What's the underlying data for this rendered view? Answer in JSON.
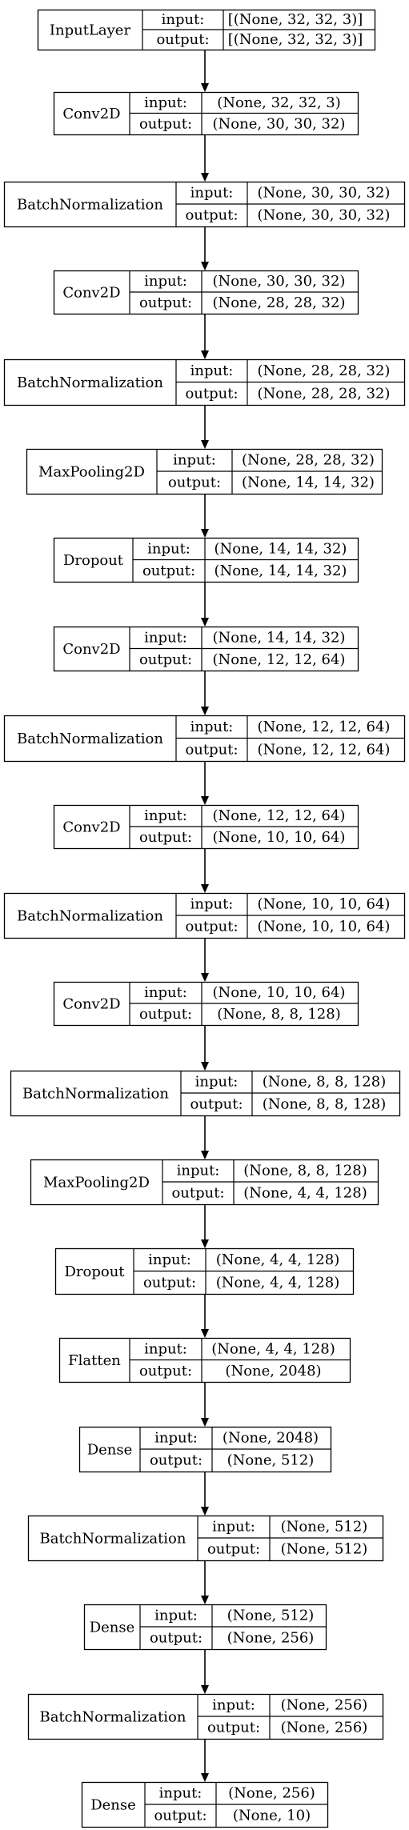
{
  "diagram": {
    "port_labels": {
      "input": "input:",
      "output": "output:"
    },
    "layers": [
      {
        "name": "InputLayer",
        "input": "[(None, 32, 32, 3)]",
        "output": "[(None, 32, 32, 3)]"
      },
      {
        "name": "Conv2D",
        "input": "(None, 32, 32, 3)",
        "output": "(None, 30, 30, 32)"
      },
      {
        "name": "BatchNormalization",
        "input": "(None, 30, 30, 32)",
        "output": "(None, 30, 30, 32)"
      },
      {
        "name": "Conv2D",
        "input": "(None, 30, 30, 32)",
        "output": "(None, 28, 28, 32)"
      },
      {
        "name": "BatchNormalization",
        "input": "(None, 28, 28, 32)",
        "output": "(None, 28, 28, 32)"
      },
      {
        "name": "MaxPooling2D",
        "input": "(None, 28, 28, 32)",
        "output": "(None, 14, 14, 32)"
      },
      {
        "name": "Dropout",
        "input": "(None, 14, 14, 32)",
        "output": "(None, 14, 14, 32)"
      },
      {
        "name": "Conv2D",
        "input": "(None, 14, 14, 32)",
        "output": "(None, 12, 12, 64)"
      },
      {
        "name": "BatchNormalization",
        "input": "(None, 12, 12, 64)",
        "output": "(None, 12, 12, 64)"
      },
      {
        "name": "Conv2D",
        "input": "(None, 12, 12, 64)",
        "output": "(None, 10, 10, 64)"
      },
      {
        "name": "BatchNormalization",
        "input": "(None, 10, 10, 64)",
        "output": "(None, 10, 10, 64)"
      },
      {
        "name": "Conv2D",
        "input": "(None, 10, 10, 64)",
        "output": "(None, 8, 8, 128)"
      },
      {
        "name": "BatchNormalization",
        "input": "(None, 8, 8, 128)",
        "output": "(None, 8, 8, 128)"
      },
      {
        "name": "MaxPooling2D",
        "input": "(None, 8, 8, 128)",
        "output": "(None, 4, 4, 128)"
      },
      {
        "name": "Dropout",
        "input": "(None, 4, 4, 128)",
        "output": "(None, 4, 4, 128)"
      },
      {
        "name": "Flatten",
        "input": "(None, 4, 4, 128)",
        "output": "(None, 2048)"
      },
      {
        "name": "Dense",
        "input": "(None, 2048)",
        "output": "(None, 512)"
      },
      {
        "name": "BatchNormalization",
        "input": "(None, 512)",
        "output": "(None, 512)"
      },
      {
        "name": "Dense",
        "input": "(None, 512)",
        "output": "(None, 256)"
      },
      {
        "name": "BatchNormalization",
        "input": "(None, 256)",
        "output": "(None, 256)"
      },
      {
        "name": "Dense",
        "input": "(None, 256)",
        "output": "(None, 10)"
      }
    ]
  }
}
